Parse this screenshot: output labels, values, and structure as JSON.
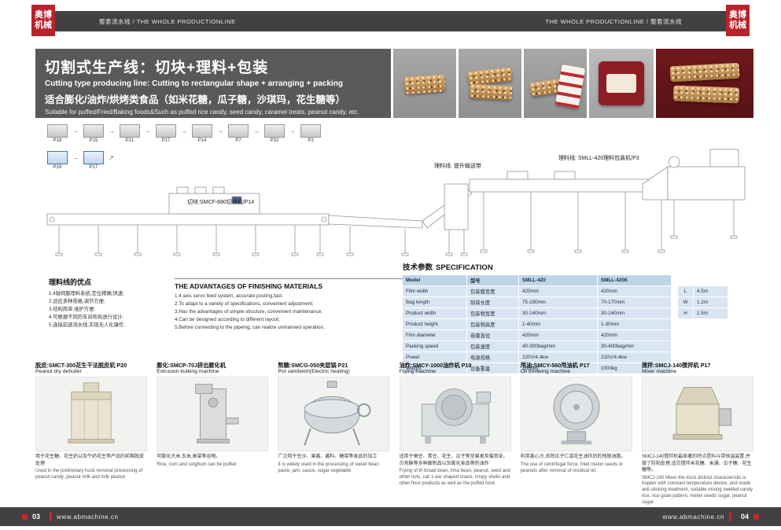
{
  "colors": {
    "dark_bar": "#414042",
    "brand_red": "#b9222a",
    "banner_gray": "#58595b",
    "table_blue": "#d9e5f2",
    "table_blue_header": "#bfd3e9"
  },
  "header": {
    "logo_chars": "奥博机械",
    "left_label": "整套流水线 / THE WHOLE PRODUCTIONLINE",
    "right_label": "THE WHOLE PRODUCTIONLINE / 整套流水线"
  },
  "banner": {
    "title_cn": "切割式生产线：切块+理料+包装",
    "title_en": "Cutting type producing line: Cutting to rectangular shape + arranging + packing",
    "subtitle_cn": "适合膨化/油炸/烘烤类食品（如米花糖，瓜子糖，沙琪玛，花生糖等）",
    "subtitle_en": "Suitable for puffed/Fried/Baking foods&Such as puffed rice candy, seed candy, caramel treats, peanut candy, etc."
  },
  "icons": {
    "flow_arrow": "→",
    "flow_up_arrow": "↗"
  },
  "flowchart": {
    "row1": [
      "P18",
      "P15",
      "P21",
      "P17",
      "P14",
      "P7",
      "P32",
      "P3"
    ],
    "row2": [
      "P19",
      "P17"
    ]
  },
  "diagram": {
    "label_cutting": "切块:SMCF-680切块机/P14",
    "label_conveyor": "理料线: 提升输送带",
    "label_packing": "理料线: SMLL-420理料包装机/P3"
  },
  "advantages": {
    "cn_title": "理料线的优点",
    "cn_items": [
      "1.4轴伺服理料系统,定位精确,快速;",
      "2.适应多种规格,调节方便;",
      "3.结构简单,维护方便;",
      "4.可根据不同的车间布局进行设计;",
      "5.连接前道流水线,实现无人化操作;"
    ],
    "en_title": "THE ADVANTAGES OF FINISHING MATERIALS",
    "en_items": [
      "1.4 axis servo feed system, accurate posting,fast.",
      "2.To adapt to a variety of specifications, convenient adjustment;",
      "3.Has the advantages of simple structure, convenient maintenance;",
      "4.Can be designed according to different layout;",
      "5.Before connecting to the pipeing, can realize unmanned operation."
    ]
  },
  "spec": {
    "title_cn": "技术参数",
    "title_en": "SPECIFICATION",
    "rows": [
      {
        "en": "Model",
        "cn": "型号",
        "v1": "SMLL-420",
        "v2": "SMLL-420K",
        "dim": "",
        "dimv": ""
      },
      {
        "en": "Film width",
        "cn": "包装膜宽度",
        "v1": "420mm",
        "v2": "420mm",
        "dim": "L",
        "dimv": "4.5m"
      },
      {
        "en": "Bag length",
        "cn": "制袋长度",
        "v1": "75-190mm",
        "v2": "70-170mm",
        "dim": "W",
        "dimv": "1.2m"
      },
      {
        "en": "Product width",
        "cn": "包装物宽度",
        "v1": "30-140mm",
        "v2": "30-140mm",
        "dim": "H",
        "dimv": "1.5m"
      },
      {
        "en": "Product height",
        "cn": "包装物高度",
        "v1": "1-40mm",
        "v2": "1-30mm",
        "dim": "",
        "dimv": ""
      },
      {
        "en": "Film diameter",
        "cn": "卷膜直径",
        "v1": "420mm",
        "v2": "420mm",
        "dim": "",
        "dimv": ""
      },
      {
        "en": "Packing speed",
        "cn": "包装速度",
        "v1": "40-300bag/min",
        "v2": "30-400bag/min",
        "dim": "",
        "dimv": ""
      },
      {
        "en": "Power",
        "cn": "电源规格",
        "v1": "220V/4.4kw",
        "v2": "220V/4.4kw",
        "dim": "",
        "dimv": ""
      },
      {
        "en": "Weight",
        "cn": "设备重量",
        "v1": "1000kg",
        "v2": "1000kg",
        "dim": "",
        "dimv": ""
      }
    ]
  },
  "machines": [
    {
      "title_cn": "脱皮:SMCT-300花生干法脱皮机 P20",
      "title_en": "Peanut dry dehuller",
      "desc_cn": "用于花生糖、花生奶以及牛奶花生等产品的前期脱皮处理",
      "desc_en": "Used in the preliminary husk removal processing of peanut candy ,peanut milk and milk peanut"
    },
    {
      "title_cn": "膨化:SMCP-70J挤出膨化机",
      "title_en": "Extrusion bulking machine",
      "desc_cn": "可膨化大米,玉米,高粱等谷物。",
      "desc_en": "Rice, corn and sotghum can be puffed"
    },
    {
      "title_cn": "熬糖:SMCG-050夹层锅 P21",
      "title_en": "Pot sandwich(Electric heating)",
      "desc_cn": "广泛用于豆沙、果酱、酱料、糖菜等食品的加工",
      "desc_en": "It is widely used in the processing of sweet bean paste, jam, sauce, sugar vegetable"
    },
    {
      "title_cn": "油炸:SMCY-1000油炸机 P19",
      "title_en": "Frying machine",
      "desc_cn": "适用于蚕豆、青豆、花生、瓜子等坚果类及猫耳朵、贝壳酥等多种面制品以及膨化食品等的油炸",
      "desc_en": "Frying of th broad bean, lima bean, peanut, seed and other nuts, cat' s ear shaped snack, crispy shells and other flour products as well as the puffed food."
    },
    {
      "title_cn": "甩油:SMCY-560甩油机 P17",
      "title_en": "Oil throwing machine",
      "desc_cn": "利用离心力,去除瓜子仁或花生油炸后的残留油脂。",
      "desc_en": "The use of centrifugal force, fried melon seeds or peanuts after removal of residual oil."
    },
    {
      "title_cn": "搅拌:SMCJ-140搅拌机 P17",
      "title_en": "Mixer machine",
      "desc_cn": "SMCJ-140搅拌机最显著的特点是料斗带恒温装置,并做了防粘处理,适合搅拌米花糖、米通、瓜子糖、花生糖等。",
      "desc_en": "SMCJ-140 Mixer the most distinct characteristic is hopper with constant temperature device, and made anti-sticking treatment, suitable mixing swelled candy rice, rice grain pattern, melon seeds sugar, peanut sugar."
    }
  ],
  "footer": {
    "left_page": "03",
    "left_url": "www.abmachine.cn",
    "right_url": "www.abmachine.cn",
    "right_page": "04"
  }
}
